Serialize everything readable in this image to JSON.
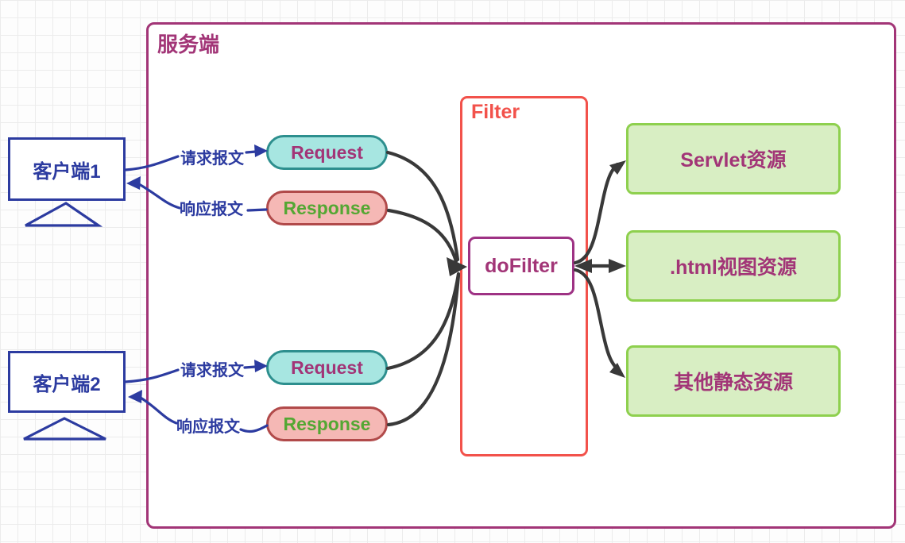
{
  "colors": {
    "blue": "#2c3ba0",
    "magenta": "#a23577",
    "dofilter_border": "#9e3284",
    "red": "#f2524b",
    "teal_border": "#2d8f8e",
    "teal_fill": "#a7e6e1",
    "rose_border": "#b14a4a",
    "rose_fill": "#f5b8b5",
    "green_border": "#8ed04e",
    "green_fill": "#d8eec3",
    "green_text": "#54a733",
    "arrow_black": "#393939"
  },
  "server": {
    "label": "服务端"
  },
  "clients": [
    {
      "label": "客户端1"
    },
    {
      "label": "客户端2"
    }
  ],
  "flows": [
    {
      "request_label": "请求报文",
      "request_node": "Request",
      "response_label": "响应报文",
      "response_node": "Response"
    },
    {
      "request_label": "请求报文",
      "request_node": "Request",
      "response_label": "响应报文",
      "response_node": "Response"
    }
  ],
  "filter": {
    "label": "Filter",
    "method_node": "doFilter"
  },
  "resources": [
    {
      "label": "Servlet资源"
    },
    {
      "label": ".html视图资源"
    },
    {
      "label": "其他静态资源"
    }
  ]
}
